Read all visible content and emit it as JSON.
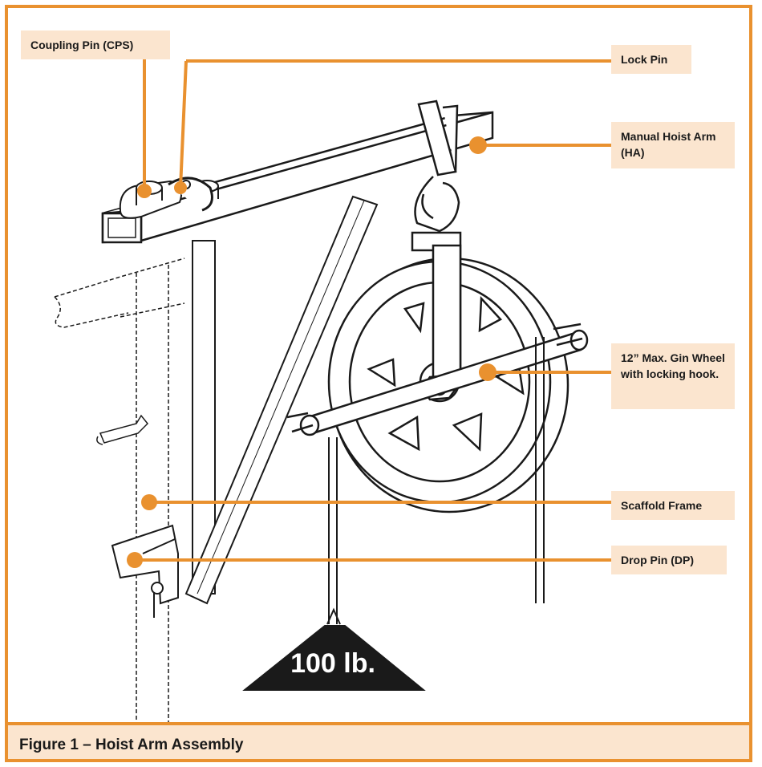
{
  "labels": {
    "coupling_pin": "Coupling Pin (CPS)",
    "lock_pin": "Lock Pin",
    "hoist_arm": "Manual Hoist Arm (HA)",
    "gin_wheel": "12” Max. Gin Wheel with locking hook.",
    "scaffold_frame": "Scaffold Frame",
    "drop_pin": "Drop Pin (DP)"
  },
  "weight": "100 lb.",
  "caption": "Figure 1 – Hoist Arm Assembly",
  "colors": {
    "accent": "#e9912f",
    "label_bg": "#fbe5cf",
    "ink": "#1a1a1a"
  }
}
